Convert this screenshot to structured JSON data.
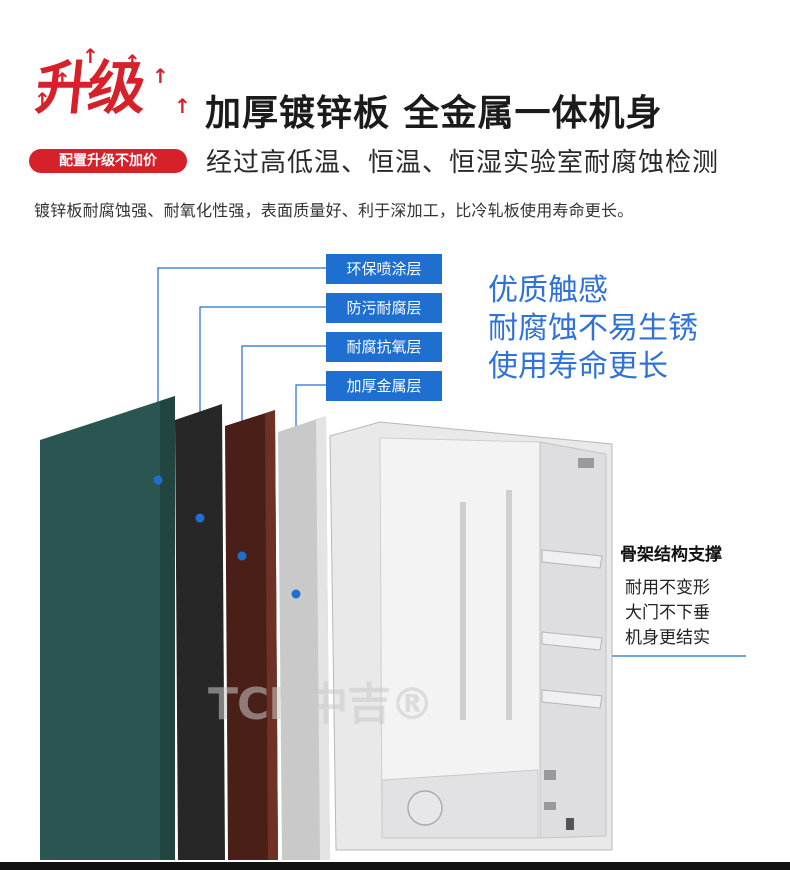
{
  "badge": {
    "main": "升级",
    "pill": "配置升级不加价",
    "arrow_glyph": "↑",
    "color": "#d6202a"
  },
  "headline": "加厚镀锌板   全金属一体机身",
  "subheadline": "经过高低温、恒温、恒湿实验室耐腐蚀检测",
  "description": "镀锌板耐腐蚀强、耐氧化性强，表面质量好、利于深加工，比冷轧板使用寿命更长。",
  "layers": {
    "labels": [
      "环保喷涂层",
      "防污耐腐层",
      "耐腐抗氧层",
      "加厚金属层"
    ],
    "label_color": "#1f6fd1"
  },
  "promo": {
    "lines": [
      "优质触感",
      "耐腐蚀不易生锈",
      "使用寿命更长"
    ],
    "color": "#2f72d8"
  },
  "frame": {
    "title": "骨架结构支撑",
    "lines": [
      "耐用不变形",
      "大门不下垂",
      "机身更结实"
    ]
  },
  "watermark": "TCN中吉®"
}
